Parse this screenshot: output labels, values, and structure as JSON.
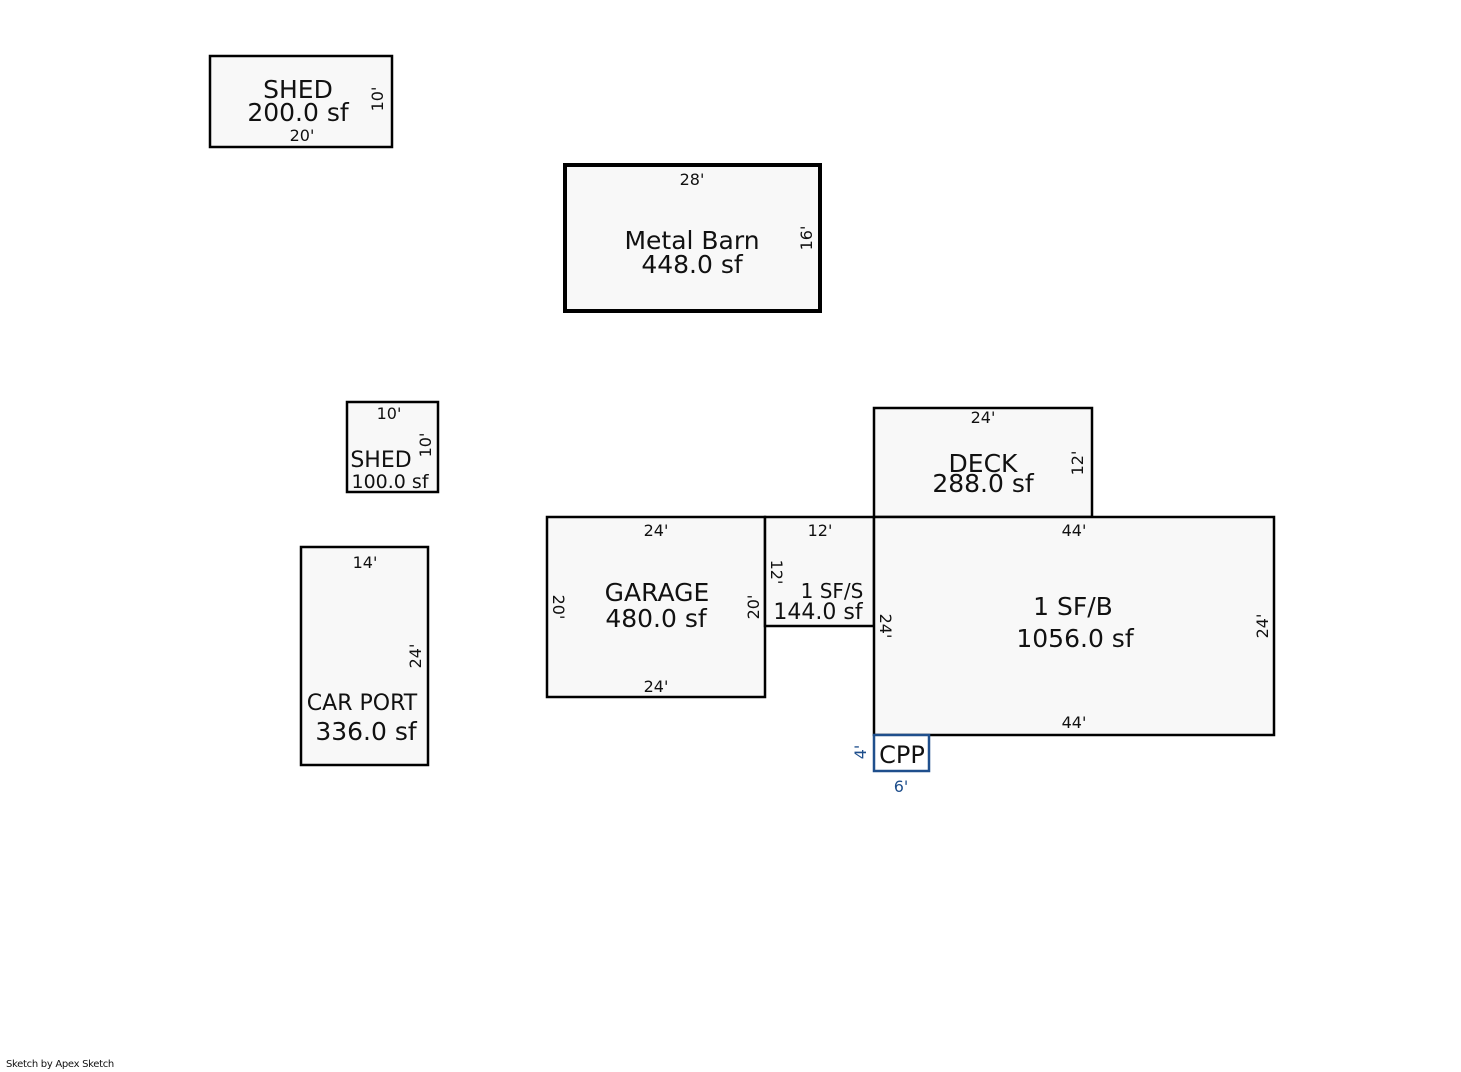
{
  "areas": [
    {
      "id": "shed-1",
      "name": "SHED",
      "area": "200.0 sf",
      "dims": [
        "20'",
        "10'"
      ]
    },
    {
      "id": "metal-barn",
      "name": "Metal Barn",
      "area": "448.0 sf",
      "dims": [
        "28'",
        "16'"
      ]
    },
    {
      "id": "shed-2",
      "name": "SHED",
      "area": "100.0 sf",
      "dims": [
        "10'",
        "10'"
      ]
    },
    {
      "id": "car-port",
      "name": "CAR PORT",
      "area": "336.0 sf",
      "dims": [
        "14'",
        "24'"
      ]
    },
    {
      "id": "garage",
      "name": "GARAGE",
      "area": "480.0 sf",
      "dims": [
        "24'",
        "20'",
        "20'",
        "24'"
      ]
    },
    {
      "id": "sf-s",
      "name": "1 SF/S",
      "area": "144.0 sf",
      "dims": [
        "12'",
        "12'"
      ]
    },
    {
      "id": "deck",
      "name": "DECK",
      "area": "288.0 sf",
      "dims": [
        "24'",
        "12'"
      ]
    },
    {
      "id": "sf-b",
      "name": "1 SF/B",
      "area": "1056.0 sf",
      "dims": [
        "44'",
        "24'",
        "24'",
        "44'"
      ]
    },
    {
      "id": "cpp",
      "name": "CPP",
      "area": "",
      "dims": [
        "4'",
        "6'"
      ]
    }
  ],
  "credit": "Sketch by Apex Sketch",
  "colors": {
    "outline": "#000000",
    "fill": "#f8f8f8",
    "accent": "#1f4f8c"
  }
}
